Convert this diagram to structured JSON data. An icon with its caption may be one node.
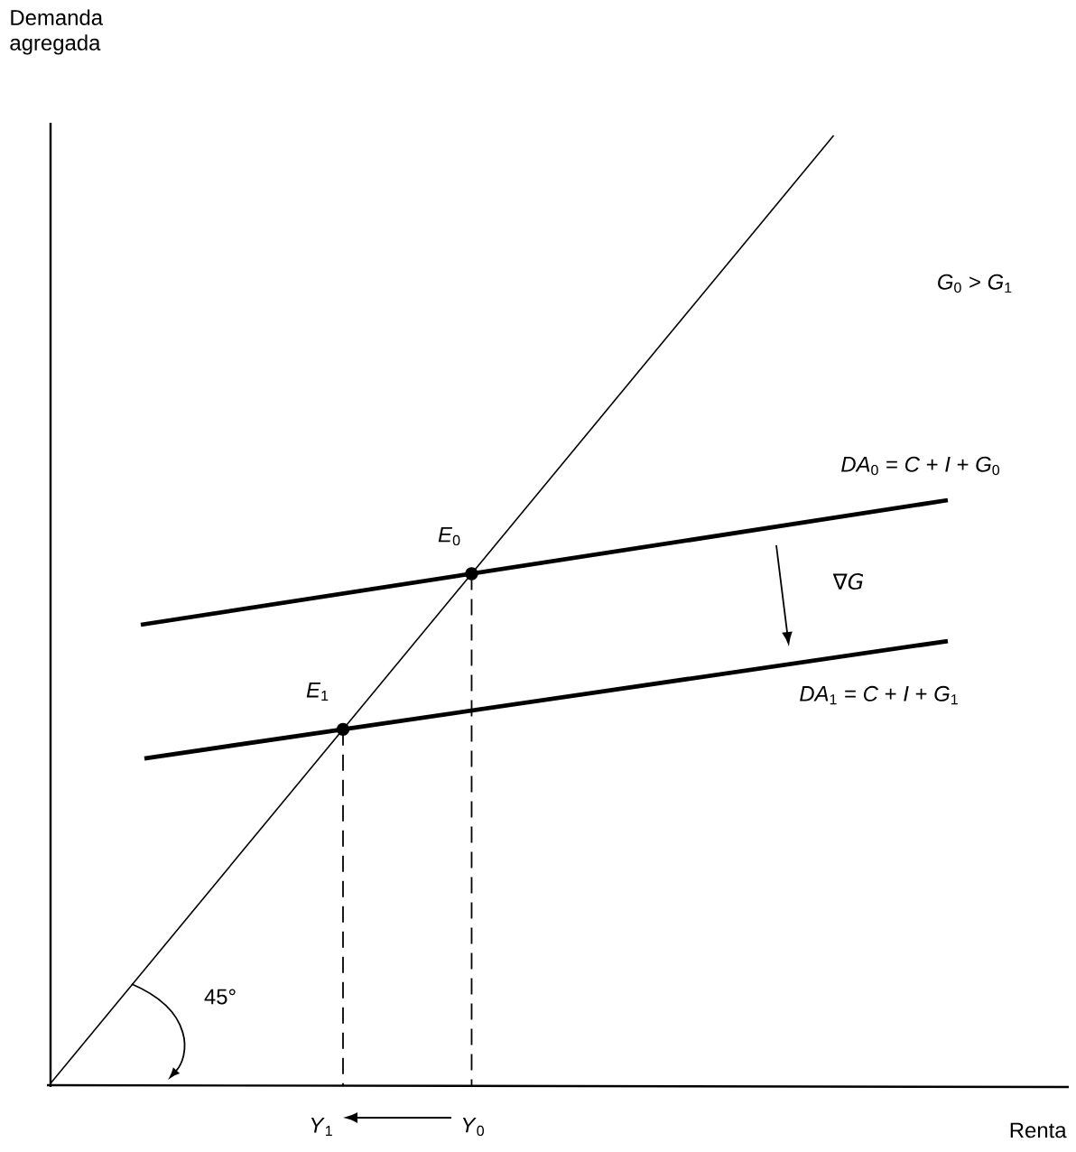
{
  "diagram": {
    "nodes": [
      {
        "text": [
          "*Y*$_{1}$"
        ]
      },
      {
        "text": [
          "*Y*$_{0}$"
        ]
      }
    ],
    "edges": [
      {
        "from": 1,
        "to": 0,
        "arrow": "to"
      }
    ],
    "labels": [
      "Demanda agregada",
      "*G*$_{0}$ > *G*$_{1}$",
      "*DA*$_{0}$ = *C* + *I* + *G*$_{0}$",
      "∇*G*",
      "*E*$_{0}$",
      "*E*$_{1}$",
      "*DA*$_{1}$ = *C* + *I* + *G*$_{1}$",
      "45°",
      "Renta"
    ]
  }
}
